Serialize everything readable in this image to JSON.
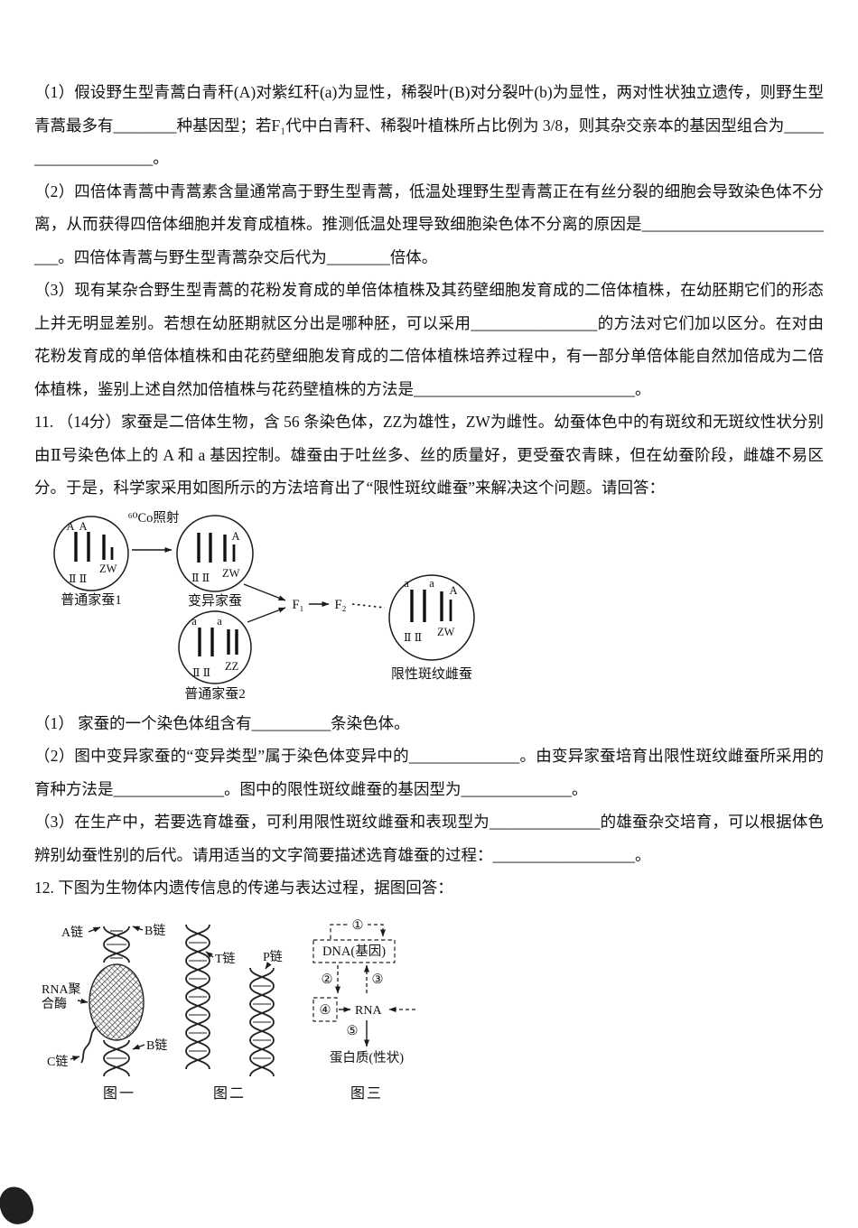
{
  "colors": {
    "ink": "#1a1a1a",
    "paper": "#ffffff"
  },
  "q10": {
    "part1": "（1）假设野生型青蒿白青秆(A)对紫红秆(a)为显性，稀裂叶(B)对分裂叶(b)为显性，两对性状独立遗传，则野生型青蒿最多有________种基因型；若F₁代中白青秆、稀裂叶植株所占比例为 3/8，则其杂交亲本的基因型组合为____________________。",
    "part2": "（2）四倍体青蒿中青蒿素含量通常高于野生型青蒿，低温处理野生型青蒿正在有丝分裂的细胞会导致染色体不分离，从而获得四倍体细胞并发育成植株。推测低温处理导致细胞染色体不分离的原因是__________________________。四倍体青蒿与野生型青蒿杂交后代为________倍体。",
    "part3": "（3）现有某杂合野生型青蒿的花粉发育成的单倍体植株及其药壁细胞发育成的二倍体植株，在幼胚期它们的形态上并无明显差别。若想在幼胚期就区分出是哪种胚，可以采用________________的方法对它们加以区分。在对由花粉发育成的单倍体植株和由花药壁细胞发育成的二倍体植株培养过程中，有一部分单倍体能自然加倍成为二倍体植株，鉴别上述自然加倍植株与花药壁植株的方法是____________________________。"
  },
  "q11": {
    "stem": "11. （14分）家蚕是二倍体生物，含 56 条染色体，ZZ为雄性，ZW为雌性。幼蚕体色中的有斑纹和无斑纹性状分别由Ⅱ号染色体上的 A 和 a 基因控制。雄蚕由于吐丝多、丝的质量好，更受蚕农青睐，但在幼蚕阶段，雌雄不易区分。于是，科学家采用如图所示的方法培育出了“限性斑纹雌蚕”来解决这个问题。请回答：",
    "part1": "（1） 家蚕的一个染色体组含有__________条染色体。",
    "part2": "（2）图中变异家蚕的“变异类型”属于染色体变异中的______________。由变异家蚕培育出限性斑纹雌蚕所采用的育种方法是______________。图中的限性斑纹雌蚕的基因型为______________。",
    "part3": "（3）在生产中，若要选育雄蚕，可利用限性斑纹雌蚕和表现型为______________的雄蚕杂交培育，可以根据体色辨别幼蚕性别的后代。请用适当的文字简要描述选育雄蚕的过程：__________________。",
    "diagram": {
      "irradiation": "⁶⁰Co照射",
      "f1": "F₁",
      "f2": "F₂",
      "cell1": {
        "label": "普通家蚕1",
        "gene1": "A",
        "gene2": "A",
        "auto": "Ⅱ Ⅱ",
        "sex": "ZW"
      },
      "cell2": {
        "label": "变异家蚕",
        "geneW": "A",
        "auto": "Ⅱ Ⅱ",
        "sex": "ZW"
      },
      "cell3": {
        "label": "普通家蚕2",
        "gene1": "a",
        "gene2": "a",
        "auto": "Ⅱ Ⅱ",
        "sex": "ZZ"
      },
      "cell4": {
        "label": "限性斑纹雌蚕",
        "gene1": "a",
        "gene2": "a",
        "geneW": "A",
        "auto": "Ⅱ Ⅱ",
        "sex": "ZW"
      }
    }
  },
  "q12": {
    "stem": "12. 下图为生物体内遗传信息的传递与表达过程，据图回答：",
    "diagram": {
      "fig1": {
        "caption": "图一",
        "chainA": "A链",
        "chainB_top": "B链",
        "enzyme1": "RNA聚",
        "enzyme2": "合酶",
        "chainC": "C链",
        "chainB_mid": "B链"
      },
      "fig2": {
        "caption": "图二",
        "chainT": "T链",
        "chainP": "P链"
      },
      "fig3": {
        "caption": "图三",
        "s1": "①",
        "s2": "②",
        "s3": "③",
        "s4": "④",
        "s5": "⑤",
        "dna": "DNA(基因)",
        "rna": "RNA",
        "protein": "蛋白质(性状)"
      }
    }
  }
}
